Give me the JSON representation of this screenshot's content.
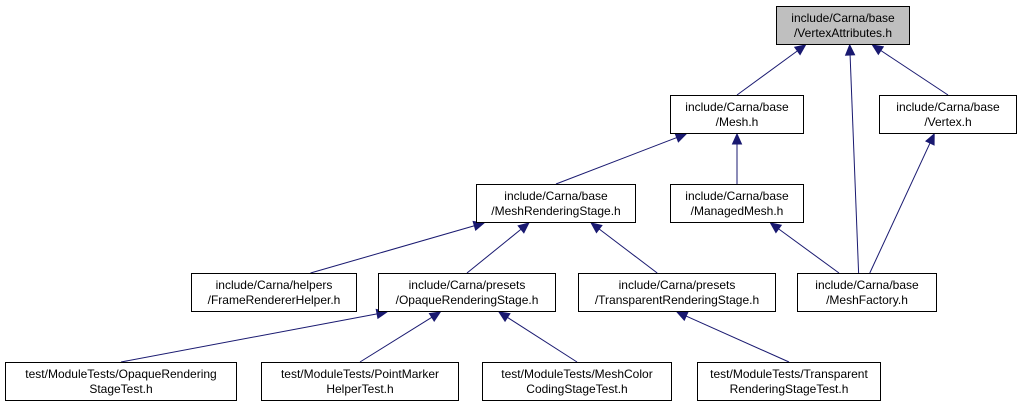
{
  "diagram": {
    "edge_color": "#191970",
    "root_fill": "#bfbfbf",
    "nodes": {
      "vertex_attributes": {
        "line1": "include/Carna/base",
        "line2": "/VertexAttributes.h"
      },
      "mesh": {
        "line1": "include/Carna/base",
        "line2": "/Mesh.h"
      },
      "vertex": {
        "line1": "include/Carna/base",
        "line2": "/Vertex.h"
      },
      "mesh_rendering_stage": {
        "line1": "include/Carna/base",
        "line2": "/MeshRenderingStage.h"
      },
      "managed_mesh": {
        "line1": "include/Carna/base",
        "line2": "/ManagedMesh.h"
      },
      "frame_renderer_helper": {
        "line1": "include/Carna/helpers",
        "line2": "/FrameRendererHelper.h"
      },
      "opaque_rendering_stage": {
        "line1": "include/Carna/presets",
        "line2": "/OpaqueRenderingStage.h"
      },
      "transparent_rendering_stage": {
        "line1": "include/Carna/presets",
        "line2": "/TransparentRenderingStage.h"
      },
      "mesh_factory": {
        "line1": "include/Carna/base",
        "line2": "/MeshFactory.h"
      },
      "opaque_rendering_stage_test": {
        "line1": "test/ModuleTests/OpaqueRendering",
        "line2": "StageTest.h"
      },
      "point_marker_helper_test": {
        "line1": "test/ModuleTests/PointMarker",
        "line2": "HelperTest.h"
      },
      "mesh_color_coding_stage_test": {
        "line1": "test/ModuleTests/MeshColor",
        "line2": "CodingStageTest.h"
      },
      "transparent_rendering_stage_test": {
        "line1": "test/ModuleTests/Transparent",
        "line2": "RenderingStageTest.h"
      }
    },
    "edges": [
      {
        "from": "mesh",
        "to": "vertex_attributes"
      },
      {
        "from": "vertex",
        "to": "vertex_attributes"
      },
      {
        "from": "mesh_factory",
        "to": "vertex_attributes"
      },
      {
        "from": "mesh_rendering_stage",
        "to": "mesh"
      },
      {
        "from": "managed_mesh",
        "to": "mesh"
      },
      {
        "from": "mesh_factory",
        "to": "vertex"
      },
      {
        "from": "frame_renderer_helper",
        "to": "mesh_rendering_stage"
      },
      {
        "from": "opaque_rendering_stage",
        "to": "mesh_rendering_stage"
      },
      {
        "from": "transparent_rendering_stage",
        "to": "mesh_rendering_stage"
      },
      {
        "from": "mesh_factory",
        "to": "managed_mesh"
      },
      {
        "from": "opaque_rendering_stage_test",
        "to": "opaque_rendering_stage"
      },
      {
        "from": "point_marker_helper_test",
        "to": "opaque_rendering_stage"
      },
      {
        "from": "mesh_color_coding_stage_test",
        "to": "opaque_rendering_stage"
      },
      {
        "from": "transparent_rendering_stage_test",
        "to": "transparent_rendering_stage"
      }
    ]
  }
}
